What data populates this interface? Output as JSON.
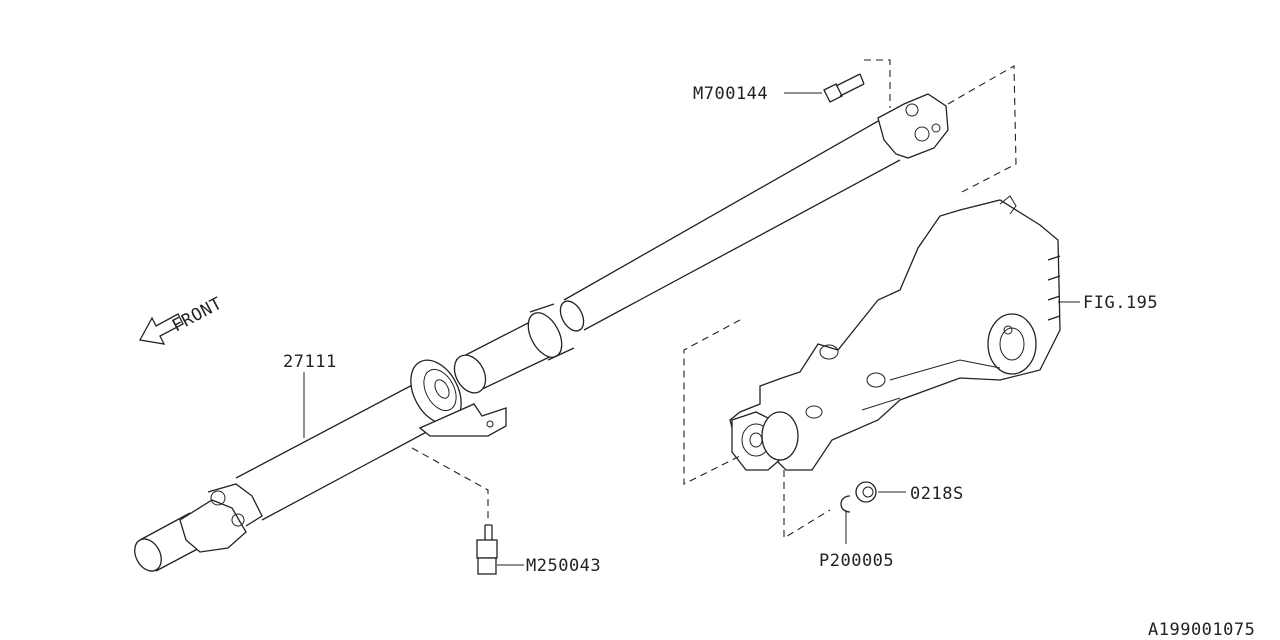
{
  "diagram": {
    "front_label": "FRONT",
    "figure_id": "A199001075",
    "callouts": {
      "shaft": "27111",
      "front_bolt": "M700144",
      "bearing_bolt": "M250043",
      "differential": "FIG.195",
      "nut": "0218S",
      "washer": "P200005"
    }
  }
}
